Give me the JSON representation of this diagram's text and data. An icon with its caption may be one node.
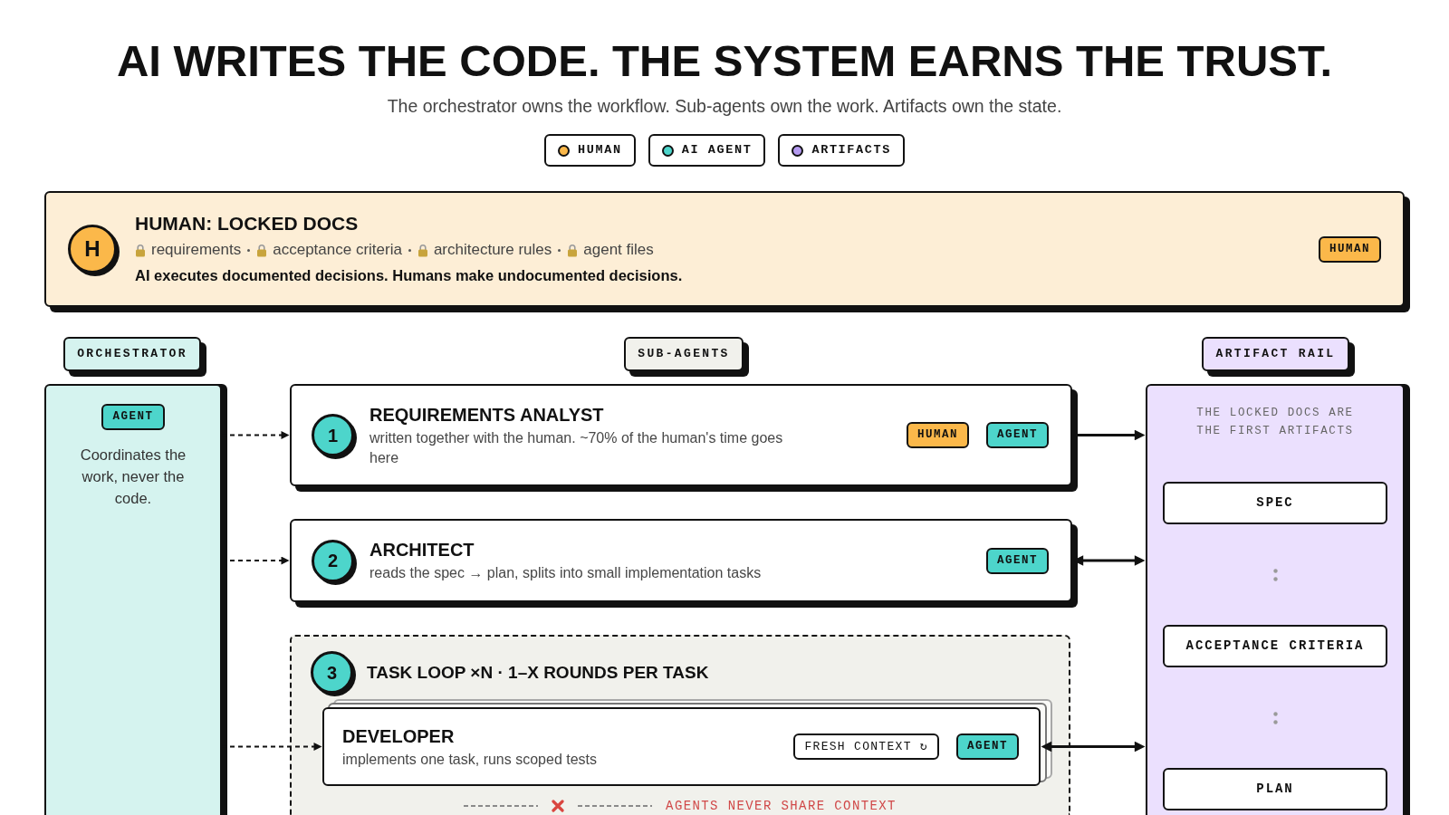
{
  "diagram": {
    "title": "AI WRITES THE CODE. THE SYSTEM EARNS THE TRUST.",
    "nodes": [
      {
        "text": [
          "HUMAN: LOCKED DOCS",
          "requirements",
          "acceptance criteria",
          "architecture rules",
          "agent files",
          "AI executes documented decisions. Humans make undocumented decisions."
        ]
      },
      {
        "text": [
          "H"
        ],
        "in": 0
      },
      {
        "text": [
          "HUMAN"
        ],
        "in": 0
      },
      {
        "text": [
          "ORCHESTRATOR"
        ]
      },
      {
        "text": [
          "SUB-AGENTS"
        ]
      },
      {
        "text": [
          "ARTIFACT RAIL"
        ]
      },
      {
        "text": [
          "Coordinates the work, never the code."
        ]
      },
      {
        "text": [
          "AGENT"
        ],
        "in": 6
      },
      {
        "text": [
          "REQUIREMENTS ANALYST",
          "written together with the human. ~70% of the human's time goes here"
        ]
      },
      {
        "text": [
          "1"
        ],
        "in": 8
      },
      {
        "text": [
          "HUMAN"
        ],
        "in": 8
      },
      {
        "text": [
          "AGENT"
        ],
        "in": 8
      },
      {
        "text": [
          "ARCHITECT",
          "reads the spec → plan, splits into small implementation tasks"
        ]
      },
      {
        "text": [
          "2"
        ],
        "in": 12
      },
      {
        "text": [
          "AGENT"
        ],
        "in": 12
      },
      {
        "text": [
          "TASK LOOP ×N · 1–X ROUNDS PER TASK",
          "AGENTS NEVER SHARE CONTEXT"
        ]
      },
      {
        "text": [
          "3"
        ],
        "in": 15
      },
      {
        "text": [
          "DEVELOPER",
          "implements one task, runs scoped tests"
        ],
        "in": 15
      },
      {
        "text": [
          "FRESH CONTEXT ↻"
        ],
        "in": 17
      },
      {
        "text": [
          "AGENT"
        ],
        "in": 17
      },
      {
        "text": [
          "THE LOCKED DOCS ARE THE FIRST ARTIFACTS"
        ]
      },
      {
        "text": [
          "SPEC"
        ],
        "in": 20
      },
      {
        "text": [
          "ACCEPTANCE CRITERIA"
        ],
        "in": 20
      },
      {
        "text": [
          "PLAN"
        ],
        "in": 20
      }
    ],
    "edges": [
      {
        "from": 6,
        "to": 8,
        "arrow": "to",
        "style": "dashed"
      },
      {
        "from": 6,
        "to": 12,
        "arrow": "to",
        "style": "dashed"
      },
      {
        "from": 6,
        "to": 17,
        "arrow": "to",
        "style": "dashed"
      },
      {
        "from": 8,
        "to": 20,
        "arrow": "to"
      },
      {
        "from": 12,
        "to": 20,
        "arrow": "both"
      },
      {
        "from": 17,
        "to": 20,
        "arrow": "both"
      }
    ],
    "labels": [
      "The orchestrator owns the workflow. Sub-agents own the work. Artifacts own the state."
    ],
    "legend": [
      {
        "text": "HUMAN",
        "color": "#fbb84a"
      },
      {
        "text": "AI AGENT",
        "color": "#4dd5cb"
      },
      {
        "text": "ARTIFACTS",
        "color": "#b49af0"
      }
    ]
  }
}
